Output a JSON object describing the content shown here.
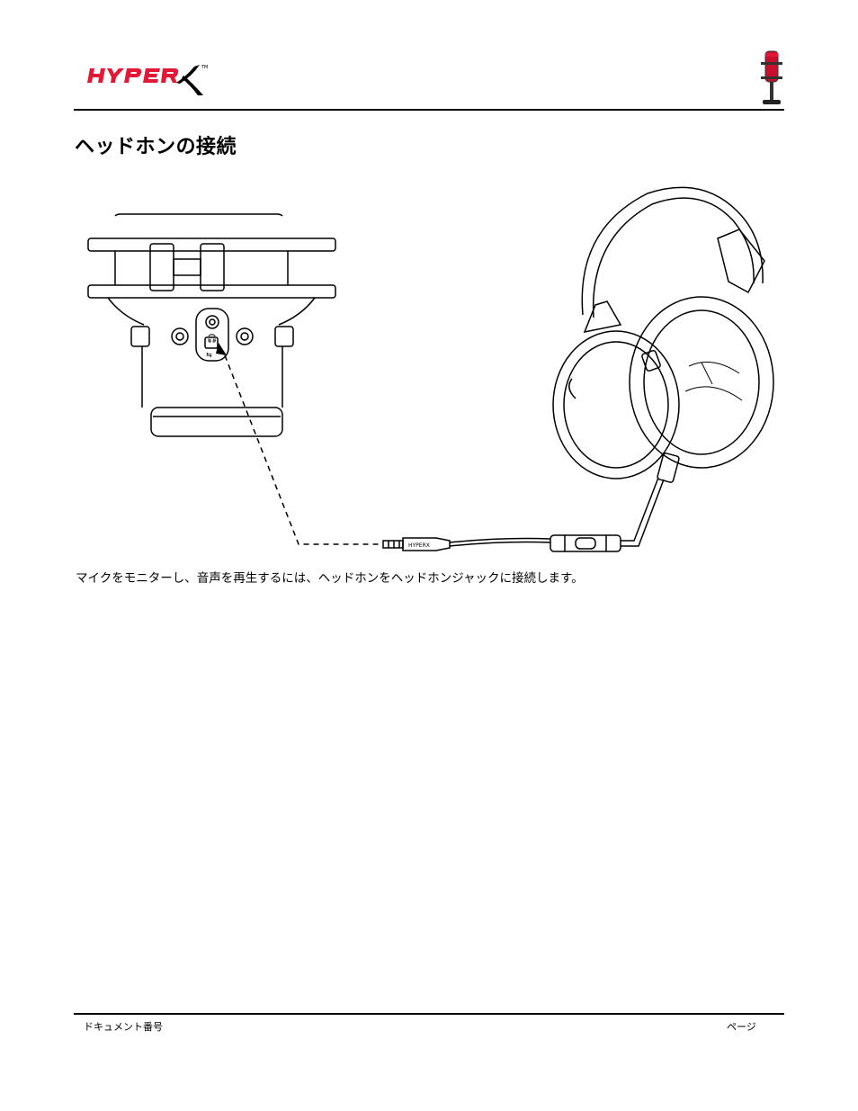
{
  "header": {
    "brand": "HYPERX",
    "trademark": "TM",
    "product_icon": "microphone-icon"
  },
  "title": "ヘッドホンの接続",
  "diagram": {
    "headphone_port_icon": "headphone-icon",
    "usb_port_icon": "usb-icon",
    "plug_brand": "HYPERX"
  },
  "caption": "マイクをモニターし、音声を再生するには、ヘッドホンをヘッドホンジャックに接続します。",
  "footer": {
    "document_number": "ドキュメント番号",
    "page": "ページ"
  },
  "colors": {
    "brand_red": "#e31837",
    "line": "#000000"
  }
}
